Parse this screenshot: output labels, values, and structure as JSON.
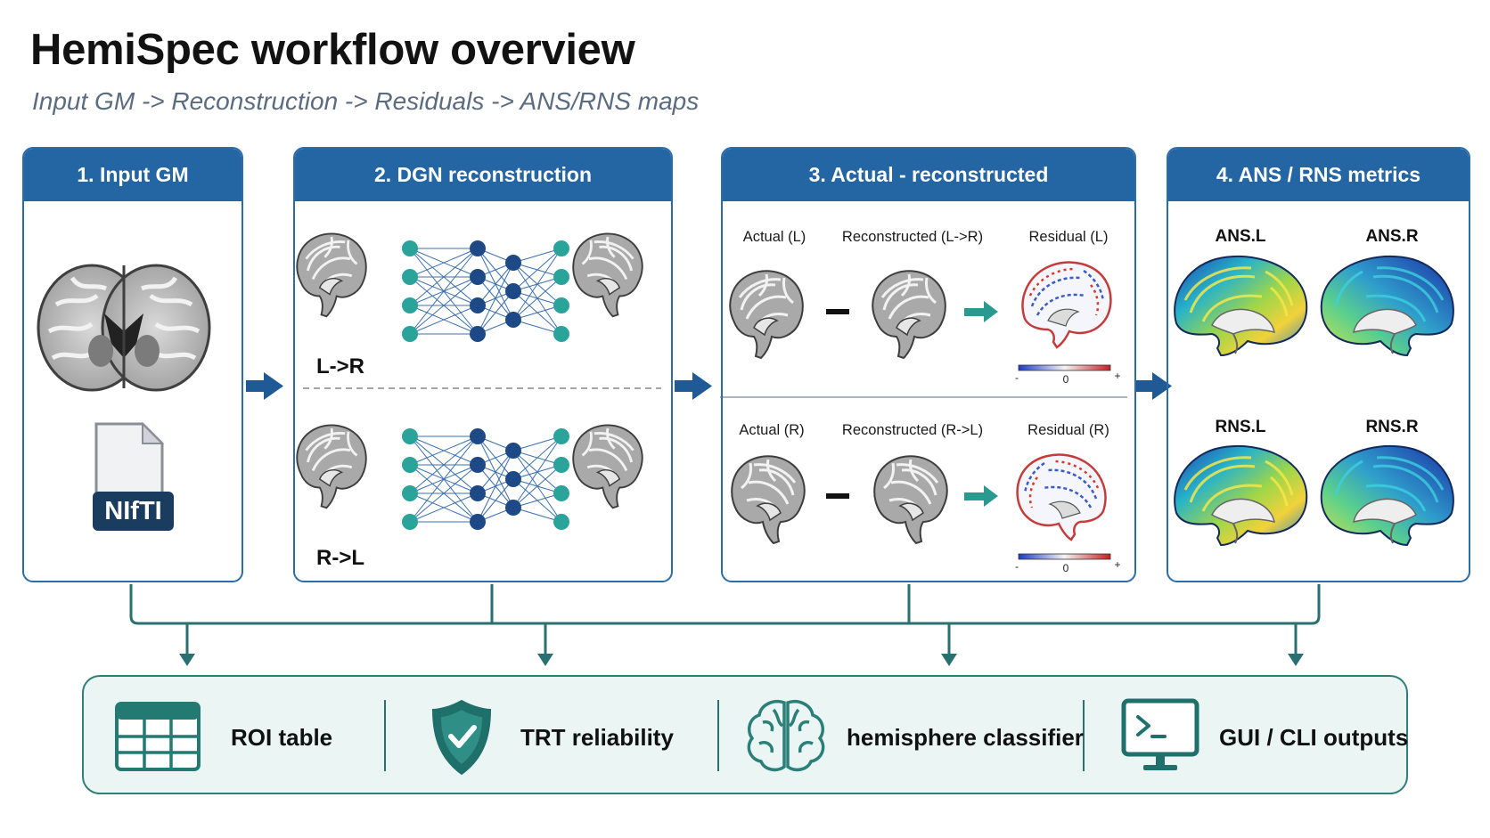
{
  "title": "HemiSpec workflow overview",
  "subtitle": "Input GM -> Reconstruction -> Residuals -> ANS/RNS maps",
  "panels": [
    {
      "title": "1. Input GM",
      "file_badge": "NIfTI"
    },
    {
      "title": "2. DGN reconstruction",
      "dir_top": "L->R",
      "dir_bottom": "R->L"
    },
    {
      "title": "3. Actual - reconstructed",
      "top": {
        "actual": "Actual (L)",
        "recon": "Reconstructed (L->R)",
        "residual": "Residual (L)"
      },
      "bottom": {
        "actual": "Actual (R)",
        "recon": "Reconstructed (R->L)",
        "residual": "Residual (R)"
      },
      "colorbar": {
        "min": "-",
        "mid": "0",
        "max": "+"
      }
    },
    {
      "title": "4. ANS / RNS metrics",
      "maps": [
        "ANS.L",
        "ANS.R",
        "RNS.L",
        "RNS.R"
      ]
    }
  ],
  "outputs": [
    {
      "label": "ROI table",
      "icon": "table-icon"
    },
    {
      "label": "TRT reliability",
      "icon": "shield-check-icon"
    },
    {
      "label": "hemisphere classifier",
      "icon": "brain-icon"
    },
    {
      "label": "GUI / CLI outputs",
      "icon": "terminal-monitor-icon"
    }
  ],
  "colors": {
    "header": "#2465a3",
    "teal": "#2f7f78",
    "arrow": "#1f5a96",
    "node_teal": "#2aa39a",
    "node_navy": "#1d4a86"
  }
}
